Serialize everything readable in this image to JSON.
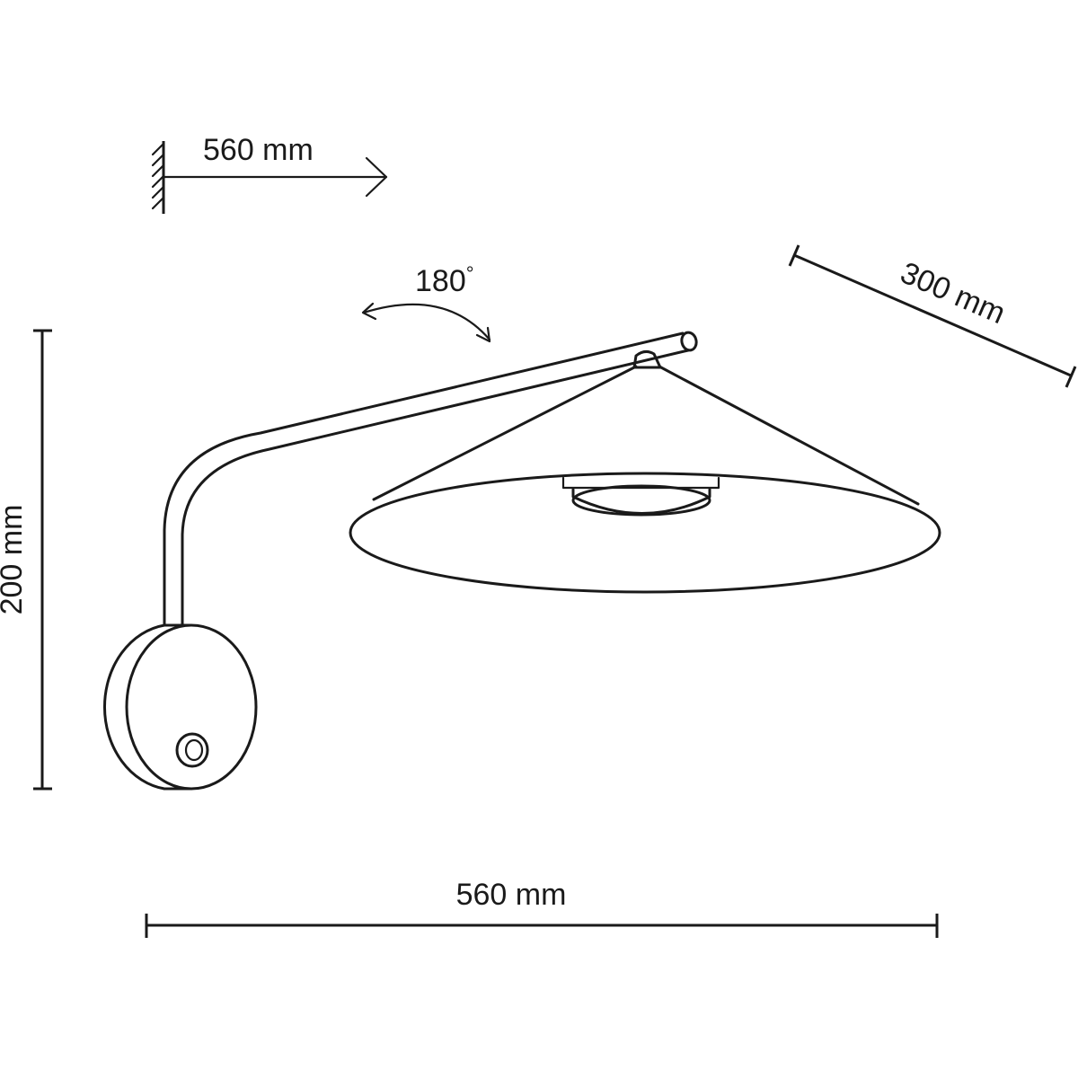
{
  "dimensions": {
    "projection_label": "560 mm",
    "rotation_label": "180",
    "rotation_degree_symbol": "°",
    "shade_diameter_label": "300 mm",
    "height_label": "200 mm",
    "width_label": "560 mm"
  }
}
